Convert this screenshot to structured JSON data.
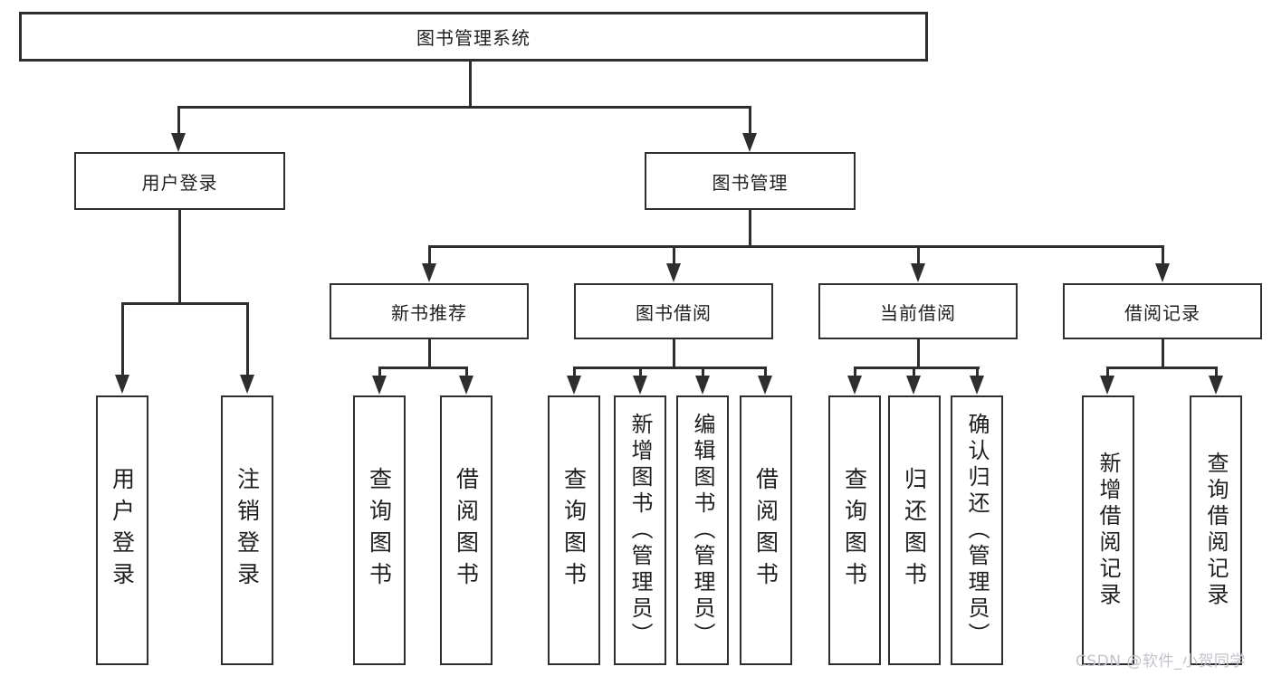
{
  "diagram": {
    "root": {
      "label": "图书管理系统"
    },
    "branches": [
      {
        "label": "用户登录",
        "children": [
          {
            "label": "用户登录"
          },
          {
            "label": "注销登录"
          }
        ]
      },
      {
        "label": "图书管理",
        "groups": [
          {
            "label": "新书推荐",
            "children": [
              {
                "label": "查询图书"
              },
              {
                "label": "借阅图书"
              }
            ]
          },
          {
            "label": "图书借阅",
            "children": [
              {
                "label": "查询图书"
              },
              {
                "label": "新增图书（管理员）"
              },
              {
                "label": "编辑图书（管理员）"
              },
              {
                "label": "借阅图书"
              }
            ]
          },
          {
            "label": "当前借阅",
            "children": [
              {
                "label": "查询图书"
              },
              {
                "label": "归还图书"
              },
              {
                "label": "确认归还（管理员）"
              }
            ]
          },
          {
            "label": "借阅记录",
            "children": [
              {
                "label": "新增借阅记录"
              },
              {
                "label": "查询借阅记录"
              }
            ]
          }
        ]
      }
    ]
  },
  "watermark": {
    "text": "CSDN @软件_小贺同学"
  },
  "colors": {
    "line": "#2e2e2e",
    "background": "#ffffff",
    "text": "#1f1f1f",
    "watermark": "#c0c4ca"
  }
}
